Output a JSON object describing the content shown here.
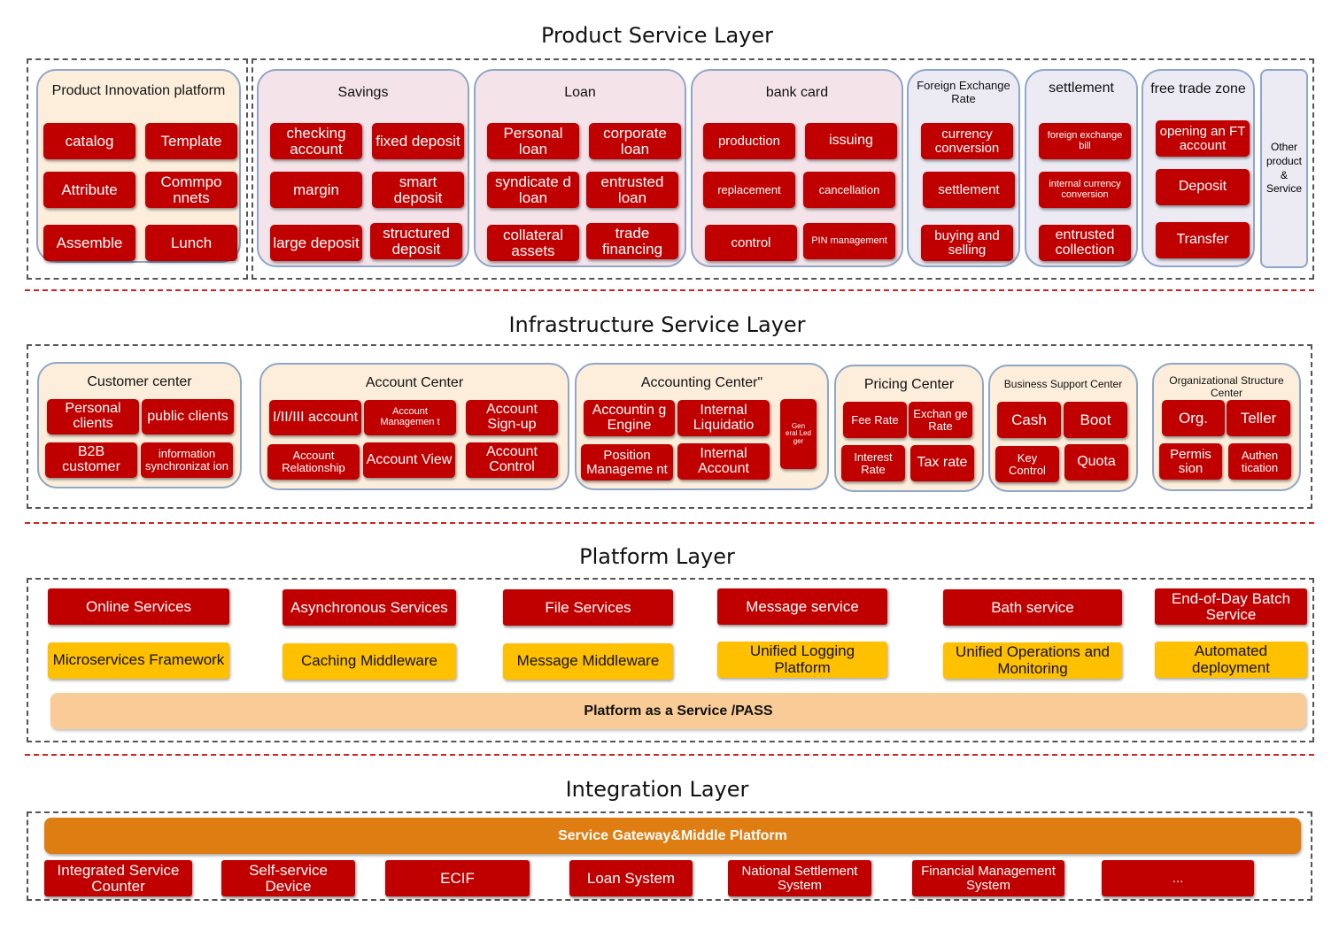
{
  "layers": {
    "product": "Product Service Layer",
    "infrastructure": "Infrastructure Service Layer",
    "platform": "Platform Layer",
    "integration": "Integration Layer"
  },
  "product_groups": {
    "innovation": {
      "title": "Product Innovation platform",
      "items": [
        "catalog",
        "Template",
        "Attribute",
        "Commpo nnets",
        "Assemble",
        "Lunch"
      ]
    },
    "savings": {
      "title": "Savings",
      "items": [
        "checking account",
        "fixed deposit",
        "margin",
        "smart deposit",
        "large deposit",
        "structured deposit"
      ]
    },
    "loan": {
      "title": "Loan",
      "items": [
        "Personal loan",
        "corporate loan",
        "syndicate d loan",
        "entrusted loan",
        "collateral assets",
        "trade financing"
      ]
    },
    "bankcard": {
      "title": "bank card",
      "items": [
        "production",
        "issuing",
        "replacement",
        "cancellation",
        "control",
        "PIN management"
      ]
    },
    "fx": {
      "title": "Foreign Exchange Rate",
      "items": [
        "currency conversion",
        "settlement",
        "buying and selling"
      ]
    },
    "settlement": {
      "title": "settlement",
      "items": [
        "foreign exchange bill",
        "internal currency conversion",
        "entrusted collection"
      ]
    },
    "ftz": {
      "title": "free trade zone",
      "items": [
        "opening an FT account",
        "Deposit",
        "Transfer"
      ]
    },
    "other": {
      "title": "Other product & Service"
    }
  },
  "infra_groups": {
    "customer": {
      "title": "Customer center",
      "items": [
        "Personal clients",
        "public clients",
        "B2B customer",
        "information synchronizat ion"
      ]
    },
    "account": {
      "title": "Account Center",
      "items": [
        "I/II/III account",
        "Account Managemen t",
        "Account Sign-up",
        "Account Relationship",
        "Account View",
        "Account Control"
      ]
    },
    "accounting": {
      "title": "Accounting Center\"",
      "items": [
        "Accountin g Engine",
        "Internal Liquidatio",
        "Position Manageme nt",
        "Internal Account",
        "Gen eral Led ger"
      ]
    },
    "pricing": {
      "title": "Pricing Center",
      "items": [
        "Fee Rate",
        "Exchan ge Rate",
        "Interest Rate",
        "Tax rate"
      ]
    },
    "business": {
      "title": "Business Support Center",
      "items": [
        "Cash",
        "Boot",
        "Key Control",
        "Quota"
      ]
    },
    "org": {
      "title": "Organizational Structure Center",
      "items": [
        "Org.",
        "Teller",
        "Permis sion",
        "Authen tication"
      ]
    }
  },
  "platform": {
    "services": [
      "Online Services",
      "Asynchronous Services",
      "File Services",
      "Message service",
      "Bath service",
      "End-of-Day Batch Service"
    ],
    "middleware": [
      "Microservices Framework",
      "Caching Middleware",
      "Message Middleware",
      "Unified Logging Platform",
      "Unified Operations and Monitoring",
      "Automated deployment"
    ],
    "paas": "Platform as a Service /PASS"
  },
  "integration": {
    "gateway": "Service Gateway&Middle Platform",
    "systems": [
      "Integrated Service Counter",
      "Self-service Device",
      "ECIF",
      "Loan System",
      "National Settlement System",
      "Financial Management System",
      "..."
    ]
  },
  "colors": {
    "red": "#c00000",
    "yellow": "#ffc000",
    "gateway": "#de7d12",
    "paas": "#f8cb97",
    "separator": "#d32020",
    "group_border": "#8fa6c8"
  }
}
